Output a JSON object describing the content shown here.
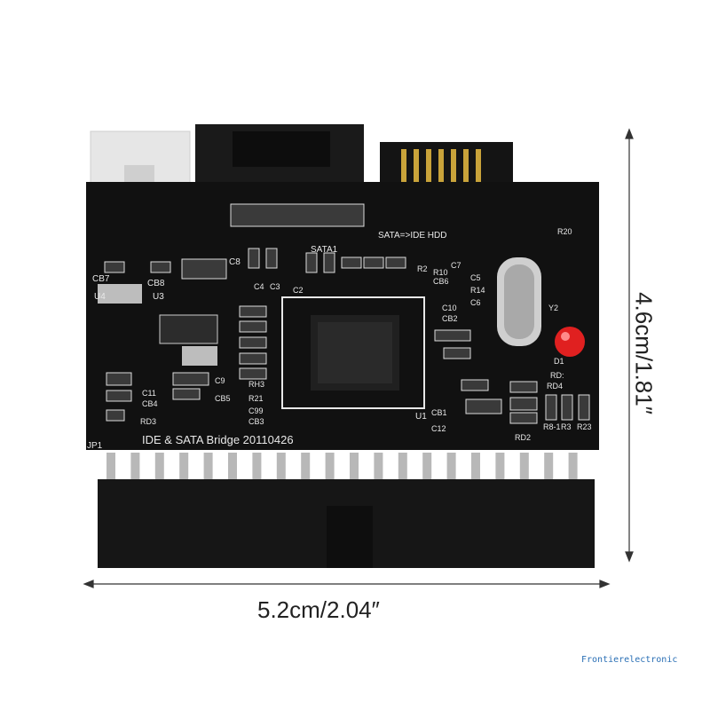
{
  "dimensions": {
    "width_label": "5.2cm/2.04″",
    "height_label": "4.6cm/1.81″"
  },
  "board": {
    "title_silk": "IDE & SATA Bridge 20110426",
    "sata_label": "SATA1",
    "direction_label": "SATA=>IDE HDD",
    "pin_header_label": "JP1",
    "chip_label": "U1",
    "components": {
      "cb7": "CB7",
      "cb8": "CB8",
      "c8": "C8",
      "u4": "U4",
      "u3": "U3",
      "c4": "C4",
      "c3": "C3",
      "c2": "C2",
      "r10": "R10",
      "cb6": "CB6",
      "r2": "R2",
      "c7": "C7",
      "c5": "C5",
      "r14": "R14",
      "c6": "C6",
      "y2": "Y2",
      "r20": "R20",
      "d1": "D1",
      "rd": "RD:",
      "rd4": "RD4",
      "c10": "C10",
      "cb2": "CB2",
      "rh3": "RH3",
      "r21": "R21",
      "c99": "C99",
      "cb3": "CB3",
      "c11": "C11",
      "cb4": "CB4",
      "c9": "C9",
      "cb5": "CB5",
      "rd3": "RD3",
      "cb1": "CB1",
      "c12": "C12",
      "rd2": "RD2",
      "r8": "R8-1",
      "r3": "R3",
      "r23": "R23"
    },
    "colors": {
      "pcb": "#111111",
      "silkscreen": "#e8e8e8",
      "gold": "#c9a33a",
      "led": "#e02020",
      "pins": "#b8b8b8"
    }
  },
  "watermark": "Frontierelectronic"
}
